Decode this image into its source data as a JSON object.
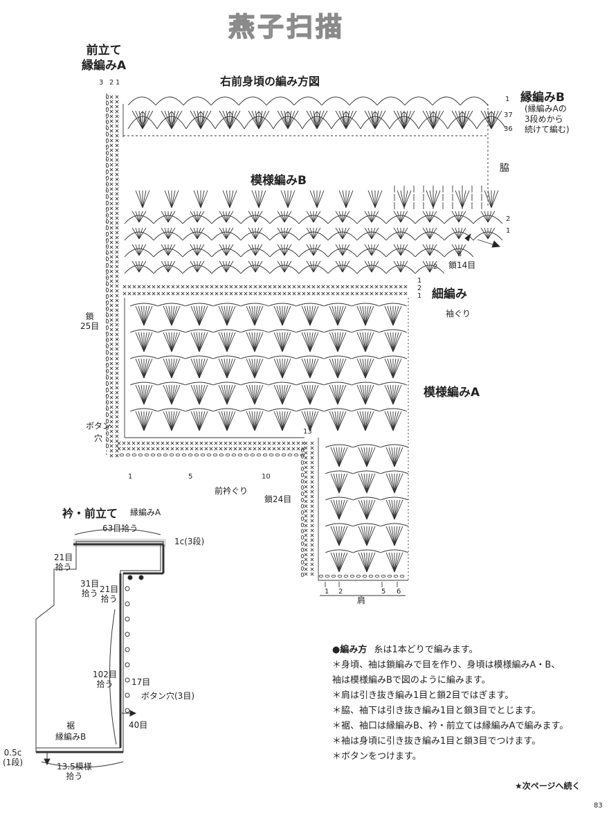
{
  "page": {
    "title": "燕子扫描",
    "page_number": "83",
    "continued": "★次ページへ続く"
  },
  "chart": {
    "title": "右前身頃の編み方図",
    "front_band_label": "前立て\n縁編みA",
    "front_band_counts": [
      "3",
      "2",
      "1"
    ],
    "edging_b_label": "縁編みB",
    "edging_b_note": "(縁編みAの\n3段めから\n続けて編む)",
    "row_marks_top": [
      "1",
      "37",
      "36"
    ],
    "side_label": "脇",
    "pattern_b_label": "模様編みB",
    "row_marks_mid": [
      "2",
      "1",
      "3",
      "2"
    ],
    "chain14_label": "鎖14目",
    "single_crochet_label": "細編み",
    "sc_marks": [
      "1",
      "2",
      "1"
    ],
    "armhole_label": "袖ぐり",
    "chain25_label": "鎖\n25目",
    "pattern_a_label": "模様編みA",
    "buttonhole_label": "ボタン\n穴",
    "neck_mark": "13",
    "bottom_marks": [
      "1",
      "5",
      "10"
    ],
    "neckline_label": "前衿ぐり",
    "chain24_label": "鎖24目",
    "shoulder_marks": [
      "1",
      "2",
      "5",
      "6"
    ],
    "shoulder_label": "肩"
  },
  "schematic": {
    "title": "衿・前立て",
    "title_sub": "縁編みA",
    "pick_63": "63目拾う",
    "c_3rows": "1c(3段)",
    "pick_21_top": "21目\n拾う",
    "pick_31": "31目\n拾う",
    "pick_21_mid": "21目\n拾う",
    "pick_102": "102目\n拾う",
    "count_17": "17目",
    "buttonhole_3": "ボタン穴(3目)",
    "count_40": "40目",
    "hem_label": "裾\n縁編みB",
    "c_05": "0.5c\n(1段)",
    "pick_135": "13.5模様\n拾う"
  },
  "instructions": {
    "heading": "●編み方",
    "heading_note": "糸は1本どりで編みます。",
    "lines": [
      "＊身頃、袖は鎖編みで目を作り、身頃は模様編みA・B、",
      "袖は模様編みBで図のように編みます。",
      "＊肩は引き抜き編み1目と鎖2目ではぎます。",
      "＊脇、袖下は引き抜き編み1目と鎖3目でとじます。",
      "＊裾、袖口は縁編みB、衿・前立ては縁編みAで編みます。",
      "＊袖は身頃に引き抜き編み1目と鎖3目でつけます。",
      "＊ボタンをつけます。"
    ]
  }
}
